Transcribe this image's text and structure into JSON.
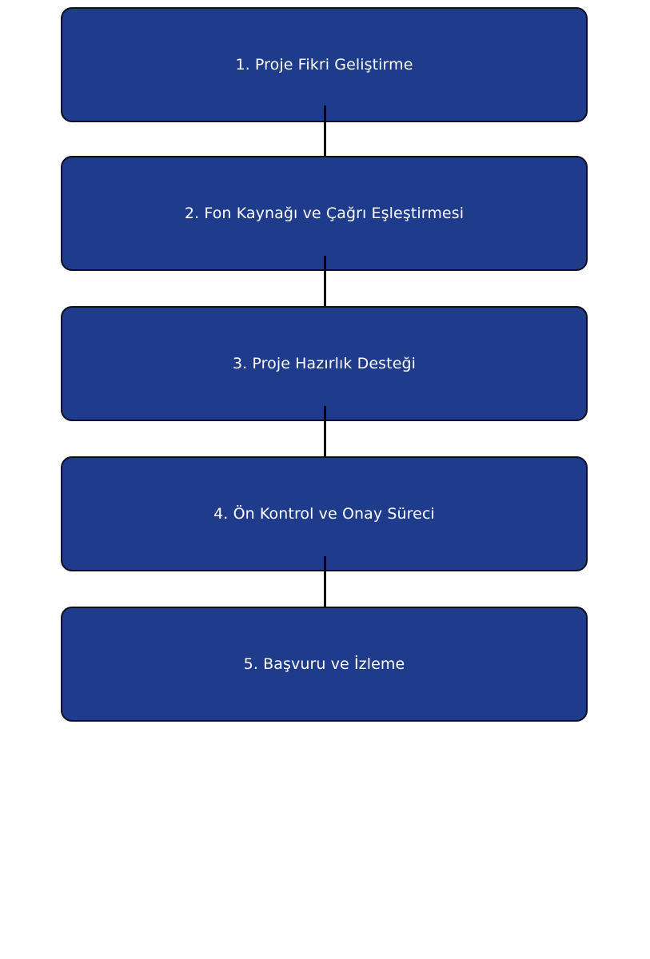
{
  "diagram": {
    "box_color": "#1f3c8c",
    "border_color": "#0b0f1e",
    "text_color": "#ffffff",
    "connector_color": "#000000",
    "steps": [
      {
        "label": "1. Proje Fikri Geliştirme"
      },
      {
        "label": "2. Fon Kaynağı ve Çağrı Eşleştirmesi"
      },
      {
        "label": "3. Proje Hazırlık Desteği"
      },
      {
        "label": "4. Ön Kontrol ve Onay Süreci"
      },
      {
        "label": "5. Başvuru ve İzleme"
      }
    ]
  }
}
